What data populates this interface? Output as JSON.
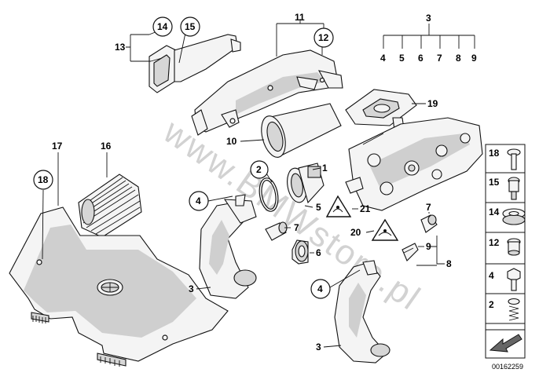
{
  "watermark": "www.BMWstore.pl",
  "diagram_id": "00162259",
  "labels": {
    "l1": "1",
    "l2": "2",
    "l3a": "3",
    "l3b": "3",
    "l3c": "3",
    "l4a": "4",
    "l4b": "4",
    "l5": "5",
    "l6": "6",
    "l7a": "7",
    "l7b": "7",
    "l8": "8",
    "l9": "9",
    "l10": "10",
    "l11": "11",
    "l12": "12",
    "l13": "13",
    "l14": "14",
    "l15": "15",
    "l16": "16",
    "l17": "17",
    "l18": "18",
    "l19": "19",
    "l20": "20",
    "l21": "21"
  },
  "kit_list": [
    "4",
    "5",
    "6",
    "7",
    "8",
    "9"
  ],
  "legend": [
    "18",
    "15",
    "14",
    "12",
    "4",
    "2"
  ]
}
